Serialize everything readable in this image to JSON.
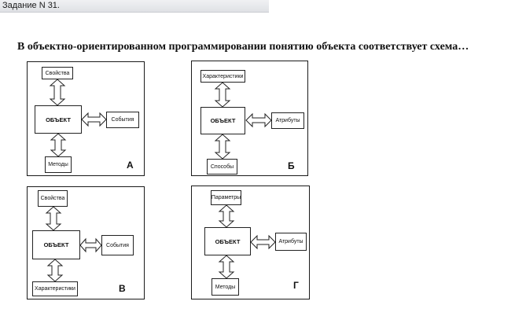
{
  "header": {
    "title": "Задание N 31."
  },
  "question": {
    "text": "В объектно-ориентированном программировании понятию объекта соответствует схема…"
  },
  "options": {
    "a": {
      "letter": "А",
      "center": "ОБЪЕКТ",
      "top": "Свойства",
      "right": "События",
      "bottom": "Методы"
    },
    "b": {
      "letter": "Б",
      "center": "ОБЪЕКТ",
      "top": "Характеристики",
      "right": "Атрибуты",
      "bottom": "Способы"
    },
    "c": {
      "letter": "В",
      "center": "ОБЪЕКТ",
      "top": "Свойства",
      "right": "События",
      "bottom": "Характеристики"
    },
    "d": {
      "letter": "Г",
      "center": "ОБЪЕКТ",
      "top": "Параметры",
      "right": "Атрибуты",
      "bottom": "Методы"
    }
  },
  "arrow_style": {
    "fill": "#ffffff",
    "stroke": "#222222"
  }
}
